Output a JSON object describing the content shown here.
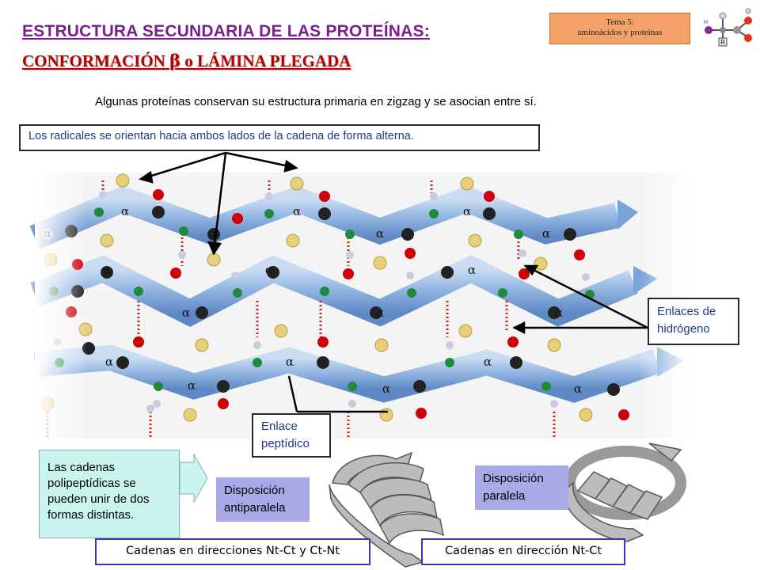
{
  "title_line1": "ESTRUCTURA SECUNDARIA DE LAS PROTEÍNAS:",
  "title_line2_a": "CONFORMACIÓN ",
  "title_line2_beta": "β",
  "title_line2_b": " o LÁMINA PLEGADA",
  "tema_line1": "Tema 5:",
  "tema_line2": "aminoácidos y proteínas",
  "subtitle": "Algunas proteínas conservan su estructura primaria en zigzag y se asocian entre sí.",
  "radicals_label": "Los radicales se orientan hacia ambos lados de la cadena de forma alterna.",
  "hbond_line1": "Enlaces de",
  "hbond_line2": "hidrógeno",
  "peptide_line1": "Enlace",
  "peptide_line2": "peptídico",
  "alpha_symbol": "α",
  "note_lines": [
    "Las cadenas",
    "polipeptídicas se",
    "pueden unir de dos",
    "formas distintas."
  ],
  "anti_line1": "Disposición",
  "anti_line2": "antiparalela",
  "para_line1": "Disposición",
  "para_line2": "paralela",
  "caption_anti": "Cadenas en direcciones Nt-Ct y Ct-Nt",
  "caption_para": "Cadenas en dirección Nt-Ct",
  "colors": {
    "title_purple": "#7a1f8c",
    "title_red": "#b80000",
    "ribbon": "#8fb3e0",
    "carbon_black": "#222222",
    "nitrogen_green": "#1e8a3c",
    "oxygen_red": "#d0000a",
    "radical_yellow": "#e8cf7a",
    "hydrogen_white": "#c8cce0"
  }
}
